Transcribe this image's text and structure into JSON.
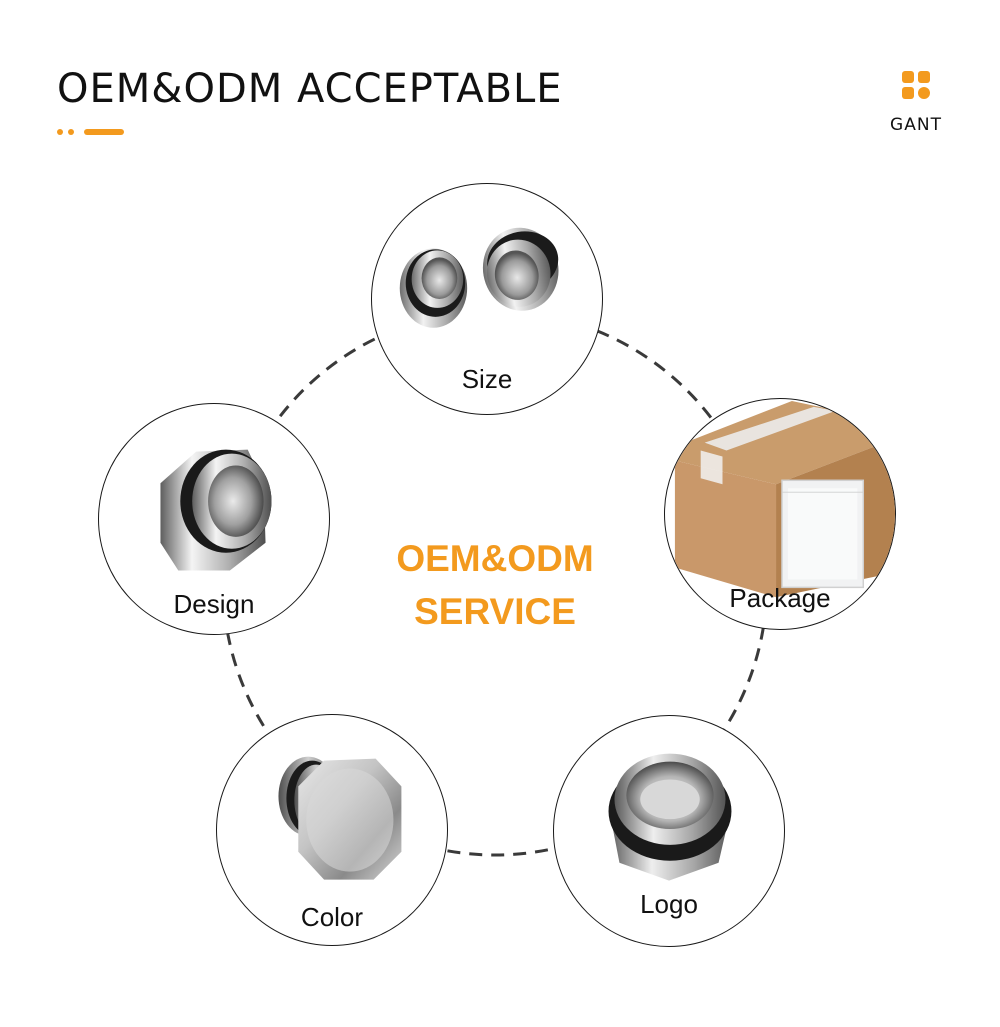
{
  "header": {
    "title": "OEM&ODM ACCEPTABLE",
    "accent_color": "#f39a1e",
    "brand_icon": "four-petal-logo-icon",
    "brand_name": "GANT"
  },
  "center": {
    "line1": "OEM&ODM",
    "line2": "SERVICE",
    "color": "#f39a1e"
  },
  "nodes": [
    {
      "label": "Size",
      "icon": "two-hex-plugs-photo"
    },
    {
      "label": "Package",
      "icon": "carton-box-and-bag-photo"
    },
    {
      "label": "Logo",
      "icon": "hex-plug-top-view-photo"
    },
    {
      "label": "Color",
      "icon": "hex-plug-side-view-photo"
    },
    {
      "label": "Design",
      "icon": "hex-plug-o-ring-photo"
    }
  ]
}
